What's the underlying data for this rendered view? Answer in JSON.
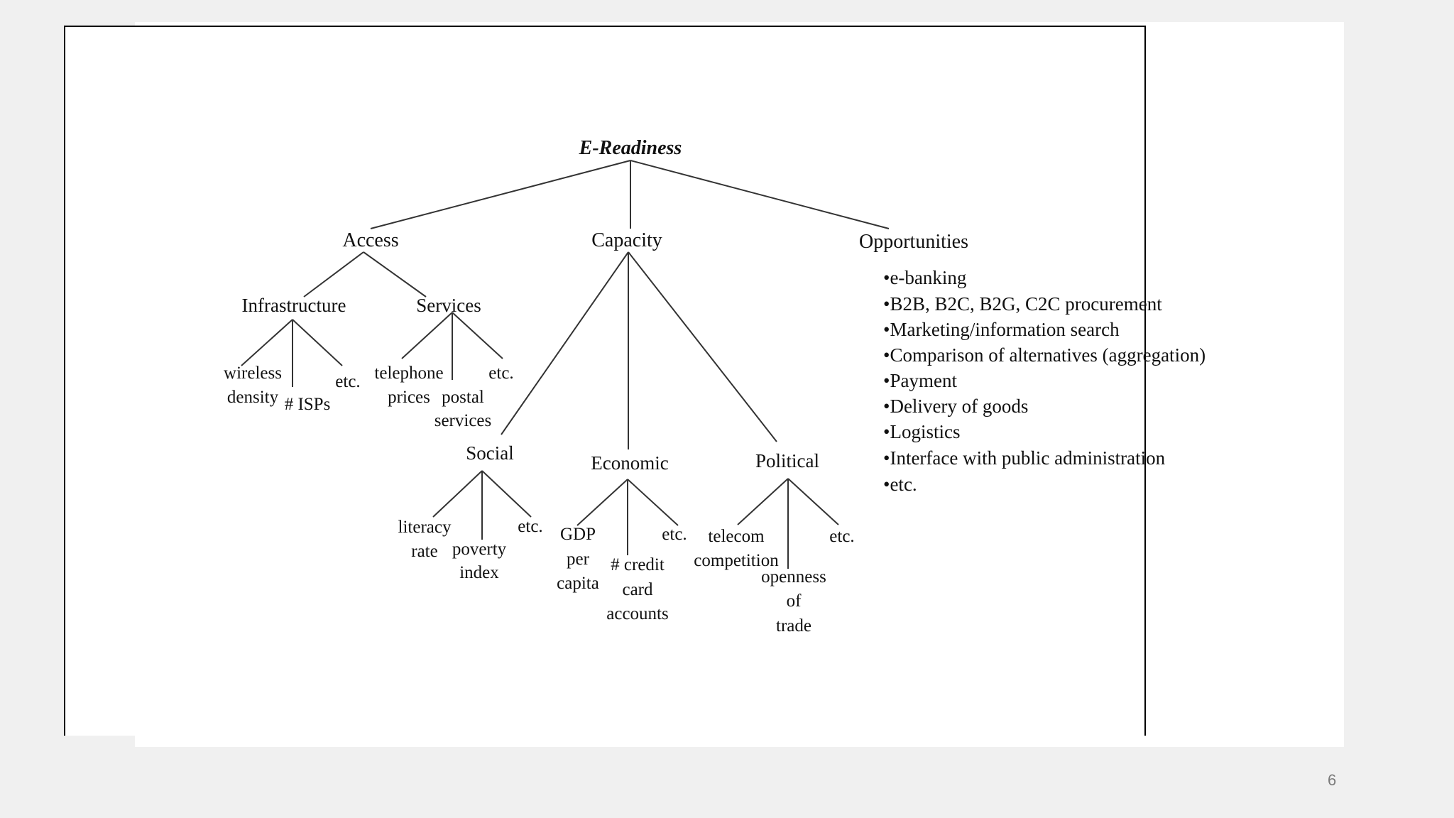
{
  "diagram": {
    "root": "E-Readiness",
    "access": {
      "label": "Access",
      "infrastructure": {
        "label": "Infrastructure",
        "leaves": [
          "wireless",
          "density",
          "# ISPs",
          "etc."
        ]
      },
      "services": {
        "label": "Services",
        "leaves": [
          "telephone",
          "prices",
          "postal",
          "services",
          "etc."
        ]
      }
    },
    "capacity": {
      "label": "Capacity",
      "social": {
        "label": "Social",
        "leaves": [
          "literacy",
          "rate",
          "poverty",
          "index",
          "etc."
        ]
      },
      "economic": {
        "label": "Economic",
        "leaves": [
          "GDP",
          "per",
          "capita",
          "# credit",
          "card",
          "accounts",
          "etc."
        ]
      },
      "political": {
        "label": "Political",
        "leaves": [
          "telecom",
          "competition",
          "openness",
          "of",
          "trade",
          "etc."
        ]
      }
    },
    "opportunities": {
      "label": "Opportunities",
      "items": [
        "•e-banking",
        "•B2B, B2C, B2G, C2C procurement",
        "•Marketing/information search",
        "•Comparison of alternatives (aggregation)",
        "•Payment",
        "•Delivery of goods",
        "•Logistics",
        "•Interface with public administration",
        "•etc."
      ]
    }
  },
  "page_number": "6"
}
